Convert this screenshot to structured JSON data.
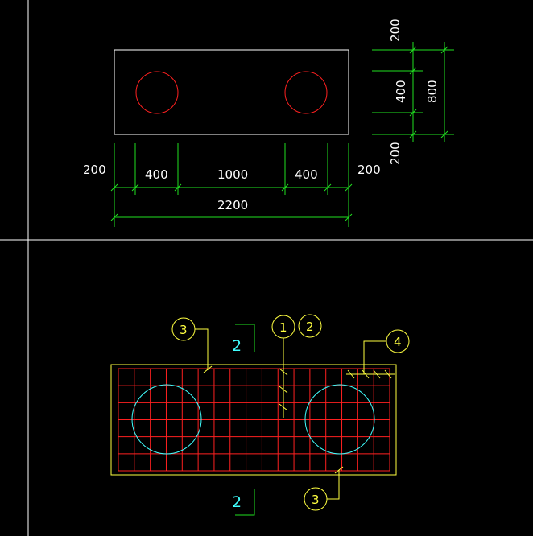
{
  "colors": {
    "background": "#000000",
    "outline": "#ffffff",
    "hole": "#ff2020",
    "dimension": "#20e020",
    "dimension_text": "#ffffff",
    "callout": "#ffff40",
    "rebar_grid": "#ff2020",
    "section_mark": "#40ffff",
    "pile_circle": "#40ffff"
  },
  "top_view": {
    "horizontal_dims": {
      "left_edge": "200",
      "seg_1": "400",
      "seg_2": "1000",
      "seg_3": "400",
      "right_edge": "200",
      "overall": "2200"
    },
    "vertical_dims": {
      "top_edge": "200",
      "middle": "400",
      "overall": "800",
      "bottom_edge": "200"
    }
  },
  "rebar_view": {
    "callout_1": "1",
    "callout_2": "2",
    "callout_3_top": "3",
    "callout_3_bottom": "3",
    "callout_4": "4",
    "section_mark_top": "2",
    "section_mark_bottom": "2"
  }
}
